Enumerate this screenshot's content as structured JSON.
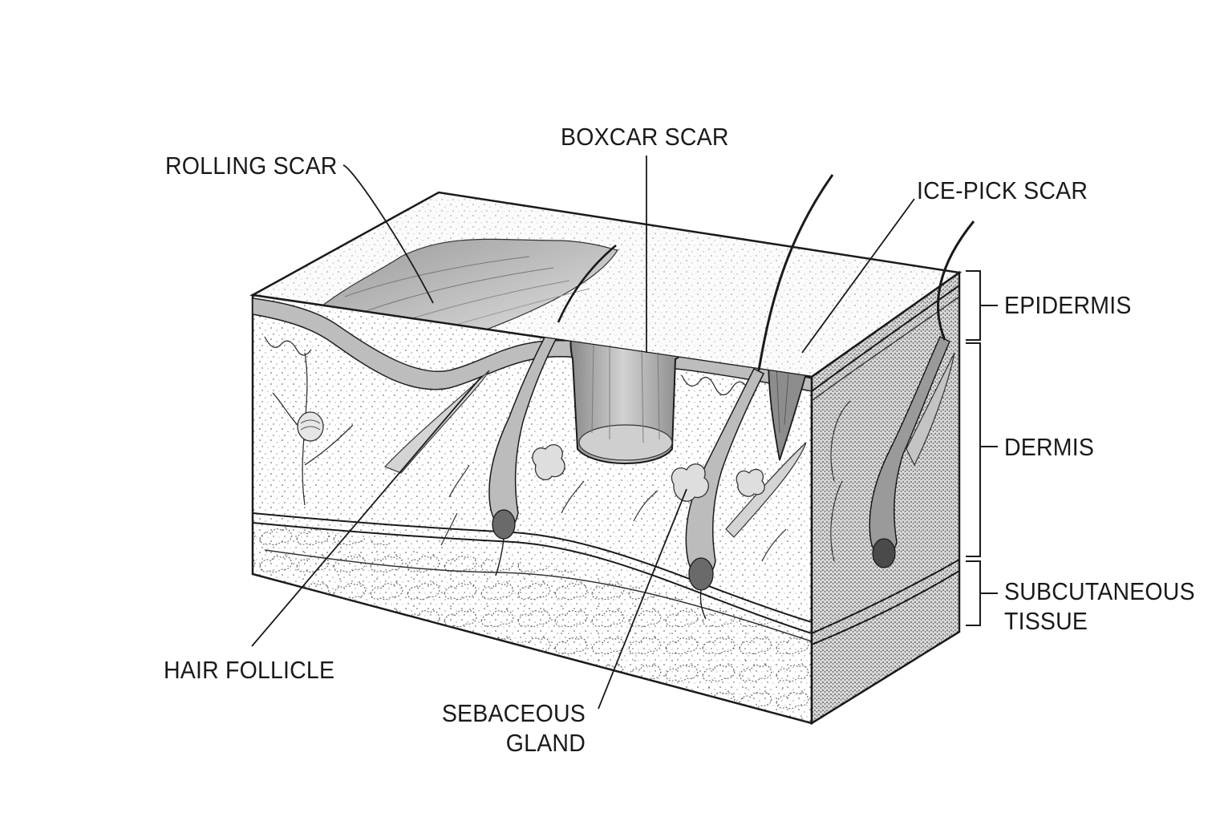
{
  "diagram": {
    "labels": {
      "rolling_scar": "ROLLING SCAR",
      "boxcar_scar": "BOXCAR SCAR",
      "ice_pick_scar": "ICE-PICK SCAR",
      "epidermis": "EPIDERMIS",
      "dermis": "DERMIS",
      "subcutaneous_line1": "SUBCUTANEOUS",
      "subcutaneous_line2": "TISSUE",
      "hair_follicle": "HAIR FOLLICLE",
      "sebaceous_line1": "SEBACEOUS",
      "sebaceous_line2": "GLAND"
    },
    "colors": {
      "ink": "#1a1a1a",
      "background": "#ffffff"
    }
  }
}
